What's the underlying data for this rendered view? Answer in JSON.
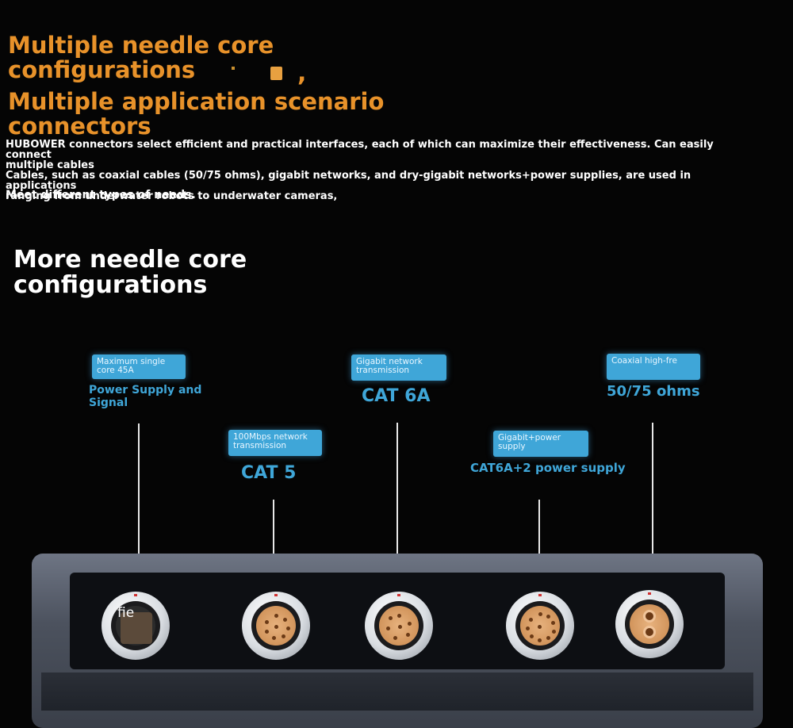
{
  "headings": {
    "h1_line1": "Multiple needle core",
    "h1_line2": "configurations",
    "h2_line1": "Multiple application scenario",
    "h2_line2": "connectors",
    "h3_line1": "More needle core",
    "h3_line2": "configurations"
  },
  "body": {
    "line1": "HUBOWER connectors select efficient and practical interfaces, each of which can maximize their effectiveness. Can easily connect",
    "line2": "multiple cables",
    "line3": "Cables, such as coaxial cables (50/75 ohms), gigabit networks, and dry-gigabit networks+power supplies, are used in applications",
    "line4": "ranging from underwater robots to underwater cameras,",
    "line5": "Meet different types of needs."
  },
  "callouts": [
    {
      "tag": "Maximum single core 45A",
      "label": "Power Supply and Signal"
    },
    {
      "tag": "100Mbps network transmission",
      "label": "CAT 5"
    },
    {
      "tag": "Gigabit network transmission",
      "label": "CAT 6A"
    },
    {
      "tag": "Gigabit+power supply",
      "label": "CAT6A+2 power supply"
    },
    {
      "tag": "Coaxial high-fre",
      "label": "50/75 ohms"
    }
  ],
  "connector_overlay_text": "fie",
  "colors": {
    "heading_orange": "#e8922a",
    "accent_blue": "#3fa6d8",
    "background": "#050505"
  }
}
